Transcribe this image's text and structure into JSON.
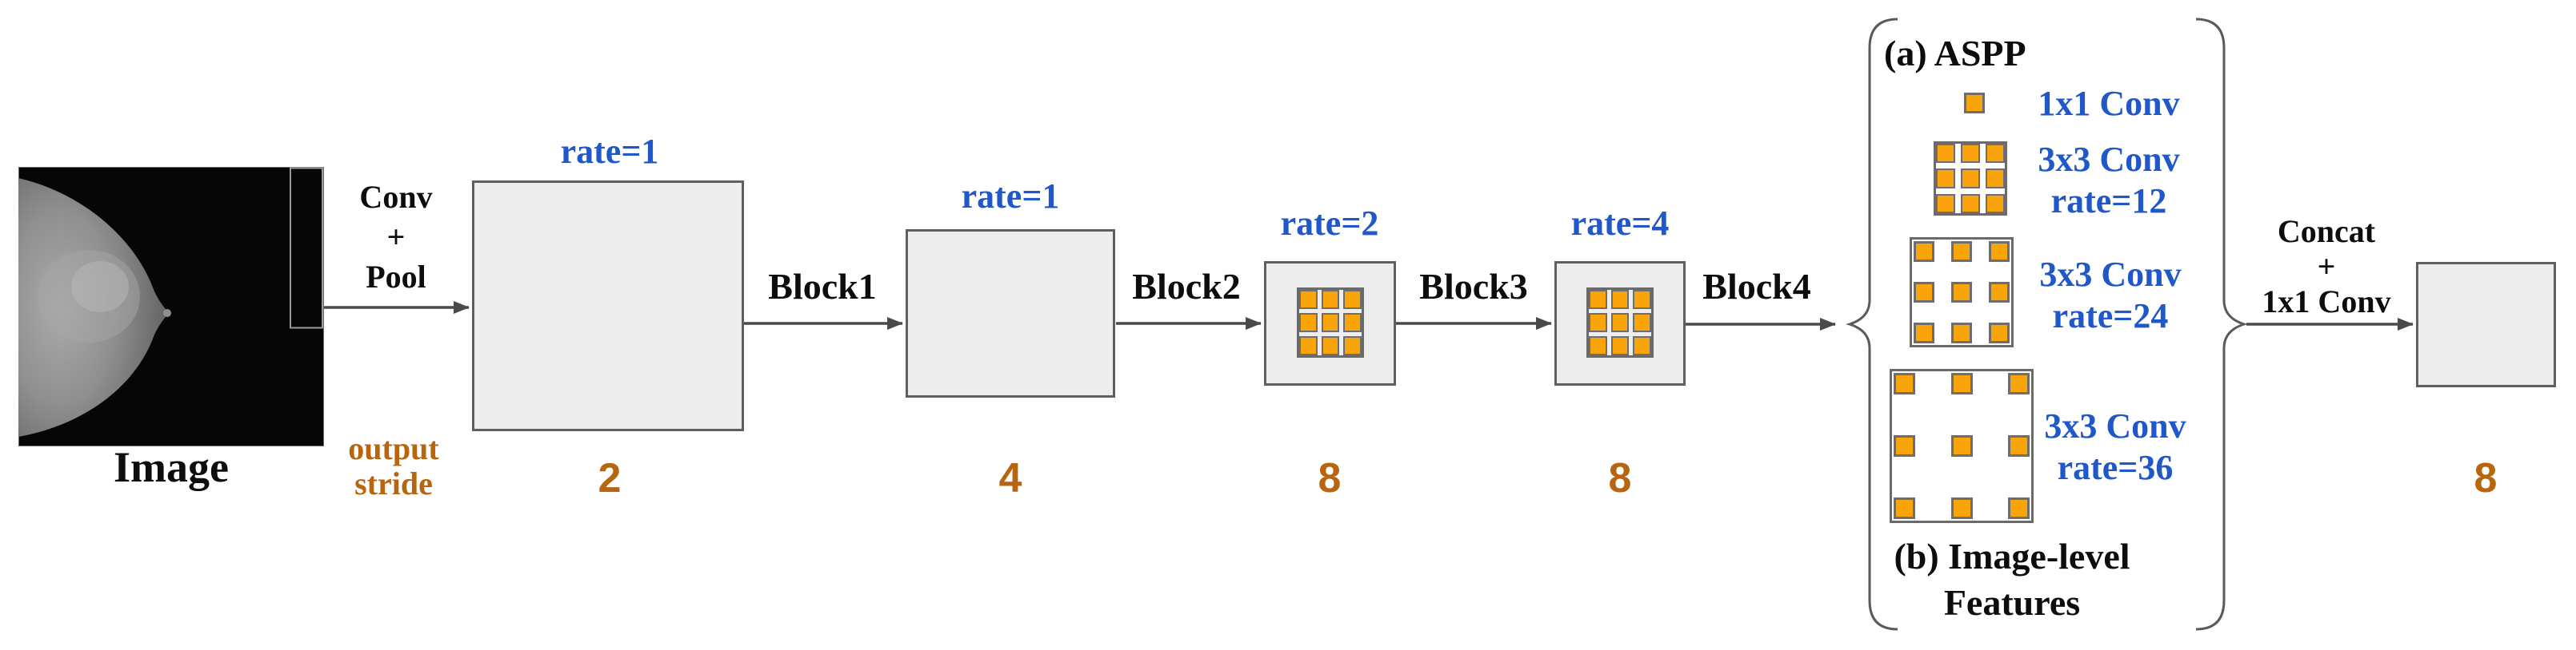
{
  "colors": {
    "blue_text": "#2057C9",
    "orange_text": "#B8650F",
    "kernel_square_fill": "#F9A40A",
    "kernel_square_border": "#6E6E6E",
    "block_fill": "#EDEDED",
    "block_border": "#5F5F5F",
    "arrow": "#4A4A4A",
    "brace": "#5A5A5A"
  },
  "input": {
    "label": "Image"
  },
  "stem": {
    "lines": [
      "Conv",
      "+",
      "Pool"
    ]
  },
  "output_stride_legend": {
    "lines": [
      "output",
      "stride"
    ]
  },
  "backbone": [
    {
      "rate": "rate=1",
      "stride": "2",
      "out_label": "Block1"
    },
    {
      "rate": "rate=1",
      "stride": "4",
      "out_label": "Block2"
    },
    {
      "rate": "rate=2",
      "stride": "8",
      "out_label": "Block3"
    },
    {
      "rate": "rate=4",
      "stride": "8",
      "out_label": "Block4"
    }
  ],
  "aspp": {
    "title": "(a) ASPP",
    "branches": [
      {
        "lines": [
          "1x1 Conv"
        ],
        "pattern": "single-square"
      },
      {
        "lines": [
          "3x3 Conv",
          "rate=12"
        ],
        "pattern": "dense-3x3-grid"
      },
      {
        "lines": [
          "3x3 Conv",
          "rate=24"
        ],
        "pattern": "sparse-3x3-grid"
      },
      {
        "lines": [
          "3x3 Conv",
          "rate=36"
        ],
        "pattern": "sparser-3x3-grid"
      }
    ],
    "footer_lines": [
      "(b) Image-level",
      "Features"
    ]
  },
  "head": {
    "lines": [
      "Concat",
      "+",
      "1x1 Conv"
    ],
    "stride": "8"
  }
}
